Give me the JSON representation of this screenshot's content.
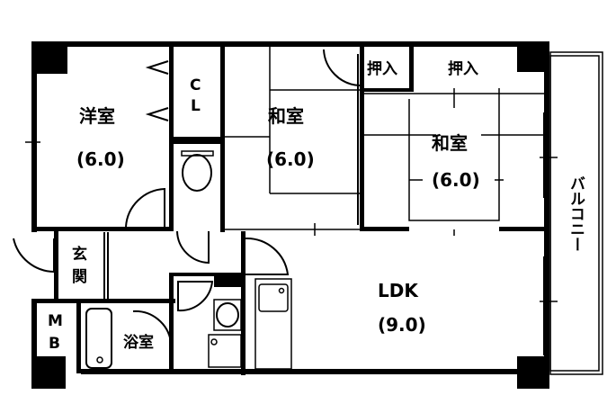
{
  "rooms": {
    "western_room": {
      "name": "洋室",
      "size": "(6.0)"
    },
    "closet": {
      "line1": "C",
      "line2": "L"
    },
    "japanese_room_1": {
      "name": "和室",
      "size": "(6.0)"
    },
    "oshiire_1": {
      "name": "押入"
    },
    "oshiire_2": {
      "name": "押入"
    },
    "japanese_room_2": {
      "name": "和室",
      "size": "(6.0)"
    },
    "entrance": {
      "line1": "玄",
      "line2": "関"
    },
    "meter_box": {
      "line1": "M",
      "line2": "B"
    },
    "bathroom": {
      "name": "浴室"
    },
    "ldk": {
      "name": "LDK",
      "size": "(9.0)"
    },
    "balcony": {
      "name": "バルコニー"
    }
  }
}
